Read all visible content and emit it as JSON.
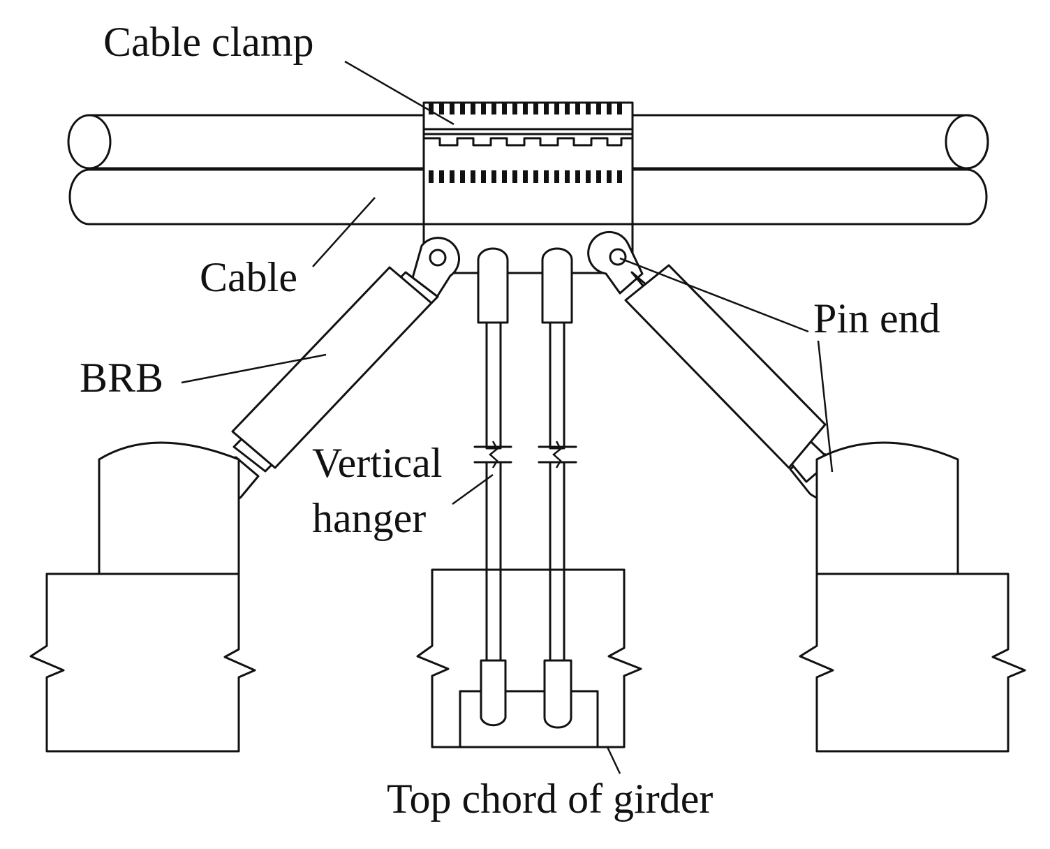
{
  "labels": {
    "cable_clamp": "Cable clamp",
    "cable": "Cable",
    "brb": "BRB",
    "pin_end": "Pin end",
    "vertical_hanger_line1": "Vertical",
    "vertical_hanger_line2": "hanger",
    "top_chord": "Top chord of girder"
  },
  "colors": {
    "stroke": "#111111",
    "background": "#ffffff"
  }
}
